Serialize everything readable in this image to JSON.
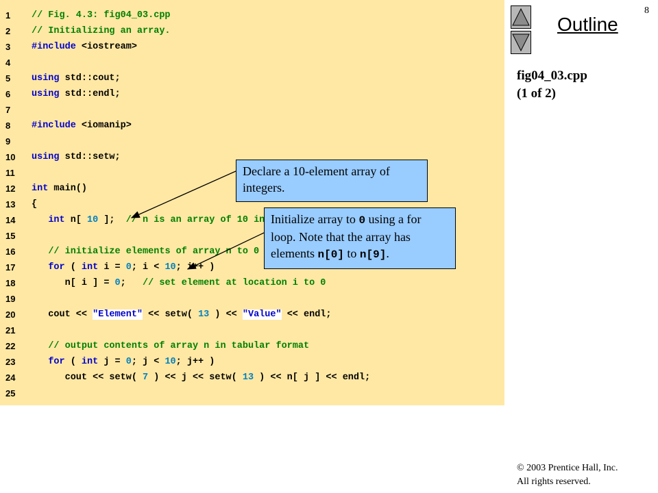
{
  "code_lines": [
    {
      "n": "1",
      "segments": [
        {
          "t": "cm",
          "text": "// Fig. 4.3: fig04_03.cpp"
        }
      ]
    },
    {
      "n": "2",
      "segments": [
        {
          "t": "cm",
          "text": "// Initializing an array."
        }
      ]
    },
    {
      "n": "3",
      "segments": [
        {
          "t": "pp",
          "text": "#include "
        },
        {
          "t": "tx",
          "text": "<iostream>"
        }
      ]
    },
    {
      "n": "4",
      "segments": []
    },
    {
      "n": "5",
      "segments": [
        {
          "t": "kw",
          "text": "using "
        },
        {
          "t": "tx",
          "text": "std::cout;"
        }
      ]
    },
    {
      "n": "6",
      "segments": [
        {
          "t": "kw",
          "text": "using "
        },
        {
          "t": "tx",
          "text": "std::endl;"
        }
      ]
    },
    {
      "n": "7",
      "segments": []
    },
    {
      "n": "8",
      "segments": [
        {
          "t": "pp",
          "text": "#include "
        },
        {
          "t": "tx",
          "text": "<iomanip>"
        }
      ]
    },
    {
      "n": "9",
      "segments": []
    },
    {
      "n": "10",
      "segments": [
        {
          "t": "kw",
          "text": "using "
        },
        {
          "t": "tx",
          "text": "std::setw;"
        }
      ]
    },
    {
      "n": "11",
      "segments": []
    },
    {
      "n": "12",
      "segments": [
        {
          "t": "kw",
          "text": "int "
        },
        {
          "t": "tx",
          "text": "main()"
        }
      ]
    },
    {
      "n": "13",
      "segments": [
        {
          "t": "tx",
          "text": "{"
        }
      ]
    },
    {
      "n": "14",
      "segments": [
        {
          "t": "tx",
          "text": "   "
        },
        {
          "t": "kw",
          "text": "int "
        },
        {
          "t": "tx",
          "text": "n[ "
        },
        {
          "t": "num",
          "text": "10"
        },
        {
          "t": "tx",
          "text": " ];  "
        },
        {
          "t": "cm",
          "text": "// n is an array of 10 integers"
        }
      ]
    },
    {
      "n": "15",
      "segments": []
    },
    {
      "n": "16",
      "segments": [
        {
          "t": "tx",
          "text": "   "
        },
        {
          "t": "cm",
          "text": "// initialize elements of array n to 0"
        }
      ]
    },
    {
      "n": "17",
      "segments": [
        {
          "t": "tx",
          "text": "   "
        },
        {
          "t": "kw",
          "text": "for "
        },
        {
          "t": "tx",
          "text": "( "
        },
        {
          "t": "kw",
          "text": "int "
        },
        {
          "t": "tx",
          "text": "i = "
        },
        {
          "t": "num",
          "text": "0"
        },
        {
          "t": "tx",
          "text": "; i < "
        },
        {
          "t": "num",
          "text": "10"
        },
        {
          "t": "tx",
          "text": "; i++ )"
        }
      ]
    },
    {
      "n": "18",
      "segments": [
        {
          "t": "tx",
          "text": "      n[ i ] = "
        },
        {
          "t": "num",
          "text": "0"
        },
        {
          "t": "tx",
          "text": ";   "
        },
        {
          "t": "cm",
          "text": "// set element at location i to 0"
        }
      ]
    },
    {
      "n": "19",
      "segments": []
    },
    {
      "n": "20",
      "segments": [
        {
          "t": "tx",
          "text": "   cout << "
        },
        {
          "t": "str",
          "text": "\"Element\""
        },
        {
          "t": "tx",
          "text": " << setw( "
        },
        {
          "t": "num",
          "text": "13"
        },
        {
          "t": "tx",
          "text": " ) << "
        },
        {
          "t": "str",
          "text": "\"Value\""
        },
        {
          "t": "tx",
          "text": " << endl;"
        }
      ]
    },
    {
      "n": "21",
      "segments": []
    },
    {
      "n": "22",
      "segments": [
        {
          "t": "tx",
          "text": "   "
        },
        {
          "t": "cm",
          "text": "// output contents of array n in tabular format"
        }
      ]
    },
    {
      "n": "23",
      "segments": [
        {
          "t": "tx",
          "text": "   "
        },
        {
          "t": "kw",
          "text": "for "
        },
        {
          "t": "tx",
          "text": "( "
        },
        {
          "t": "kw",
          "text": "int "
        },
        {
          "t": "tx",
          "text": "j = "
        },
        {
          "t": "num",
          "text": "0"
        },
        {
          "t": "tx",
          "text": "; j < "
        },
        {
          "t": "num",
          "text": "10"
        },
        {
          "t": "tx",
          "text": "; j++ )"
        }
      ]
    },
    {
      "n": "24",
      "segments": [
        {
          "t": "tx",
          "text": "      cout << setw( "
        },
        {
          "t": "num",
          "text": "7"
        },
        {
          "t": "tx",
          "text": " ) << j << setw( "
        },
        {
          "t": "num",
          "text": "13"
        },
        {
          "t": "tx",
          "text": " ) << n[ j ] << endl;"
        }
      ]
    },
    {
      "n": "25",
      "segments": []
    }
  ],
  "sidebar": {
    "outline_label": "Outline",
    "page_number": "8",
    "file_name": "fig04_03.cpp",
    "file_part": "(1 of 2)",
    "nav_up_icon": "triangle-up-icon",
    "nav_down_icon": "triangle-down-icon"
  },
  "callouts": {
    "declare": {
      "text": "Declare a 10-element array of integers."
    },
    "initialize": {
      "part1": "Initialize array to ",
      "code1": "0",
      "part2": " using a for loop. Note that the array has elements ",
      "code2": "n[0]",
      "part3": " to ",
      "code3": "n[9]",
      "part4": "."
    }
  },
  "copyright": {
    "line1": "© 2003 Prentice Hall, Inc.",
    "line2": "All rights reserved."
  },
  "colors": {
    "code_background": "#FFE8A4",
    "comment": "#008000",
    "keyword": "#0000CC",
    "number": "#0080C0",
    "callout_background": "#99CCFF"
  }
}
